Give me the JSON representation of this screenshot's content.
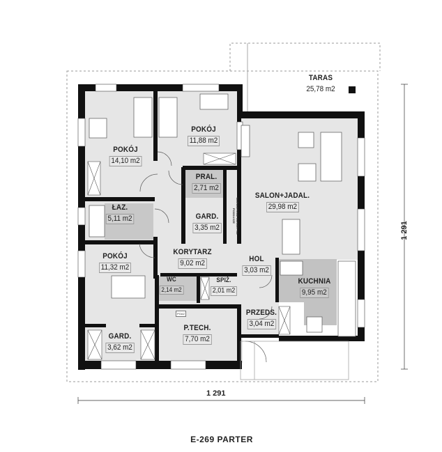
{
  "plan": {
    "title": "E-269 PARTER",
    "dimension_width": "1 291",
    "dimension_depth": "1 291",
    "stair_note": "WARIANTOWE SCHODY NA PODDASZE",
    "gas_meter_label": "PGAZ",
    "colors": {
      "room_fill": "#e6e6e6",
      "wet_room_fill": "#c8c8c8",
      "kitchen_fill": "#c2c2c2",
      "wall": "#111111"
    }
  },
  "rooms": {
    "taras": {
      "name": "TARAS",
      "area": "25,78 m2"
    },
    "pokoj1": {
      "name": "POKÓJ",
      "area": "14,10 m2"
    },
    "pokoj2": {
      "name": "POKÓJ",
      "area": "11,88 m2"
    },
    "pral": {
      "name": "PRAL.",
      "area": "2,71 m2"
    },
    "gard1": {
      "name": "GARD.",
      "area": "3,35 m2"
    },
    "laz": {
      "name": "ŁAZ.",
      "area": "5,11 m2"
    },
    "salon": {
      "name": "SALON+JADAL.",
      "area": "29,98 m2"
    },
    "pokoj3": {
      "name": "POKÓJ",
      "area": "11,32 m2"
    },
    "korytarz": {
      "name": "KORYTARZ",
      "area": "9,02 m2"
    },
    "hol": {
      "name": "HOL",
      "area": "3,03 m2"
    },
    "wc": {
      "name": "WC",
      "area": "2,14 m2"
    },
    "spiz": {
      "name": "SPIŻ.",
      "area": "2,01 m2"
    },
    "kuchnia": {
      "name": "KUCHNIA",
      "area": "9,95 m2"
    },
    "ptech": {
      "name": "P.TECH.",
      "area": "7,70 m2"
    },
    "przeds": {
      "name": "PRZEDS.",
      "area": "3,04 m2"
    },
    "gard2": {
      "name": "GARD.",
      "area": "3,62 m2"
    }
  }
}
